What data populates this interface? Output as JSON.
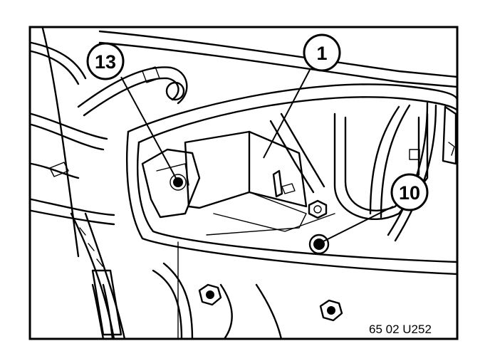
{
  "callouts": [
    {
      "id": "callout-13",
      "label": "13"
    },
    {
      "id": "callout-1",
      "label": "1"
    },
    {
      "id": "callout-10",
      "label": "10"
    }
  ],
  "figure_code": "65 02 U252",
  "colors": {
    "ink": "#000000",
    "paper": "#ffffff"
  }
}
